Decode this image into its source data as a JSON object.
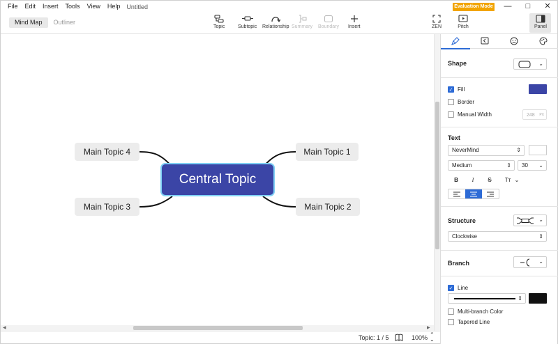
{
  "menu": [
    "File",
    "Edit",
    "Insert",
    "Tools",
    "View",
    "Help"
  ],
  "document_title": "Untitled",
  "evaluation_badge": "Evaluation Mode",
  "view_tabs": [
    "Mind Map",
    "Outliner"
  ],
  "toolbar": {
    "topic": "Topic",
    "subtopic": "Subtopic",
    "relationship": "Relationship",
    "summary": "Summary",
    "boundary": "Boundary",
    "insert": "Insert",
    "zen": "ZEN",
    "pitch": "Pitch",
    "panel": "Panel"
  },
  "mindmap": {
    "central": "Central Topic",
    "topics": [
      "Main Topic 1",
      "Main Topic 2",
      "Main Topic 3",
      "Main Topic 4"
    ]
  },
  "statusbar": {
    "topic_count": "Topic: 1 / 5",
    "zoom": "100%"
  },
  "panel": {
    "shape": {
      "title": "Shape",
      "fill_label": "Fill",
      "fill_checked": true,
      "fill_color": "#3b45a6",
      "border_label": "Border",
      "manual_width_label": "Manual Width",
      "manual_width_value": "248",
      "manual_width_unit": "PX"
    },
    "text": {
      "title": "Text",
      "font": "NeverMind",
      "weight": "Medium",
      "size": "30",
      "bold": "B",
      "italic": "I",
      "strike": "S",
      "case": "Tт"
    },
    "structure": {
      "title": "Structure",
      "value": "Clockwise"
    },
    "branch": {
      "title": "Branch",
      "line_label": "Line",
      "line_checked": true,
      "line_color": "#111111",
      "multi_branch_label": "Multi-branch Color",
      "tapered_label": "Tapered Line"
    }
  }
}
